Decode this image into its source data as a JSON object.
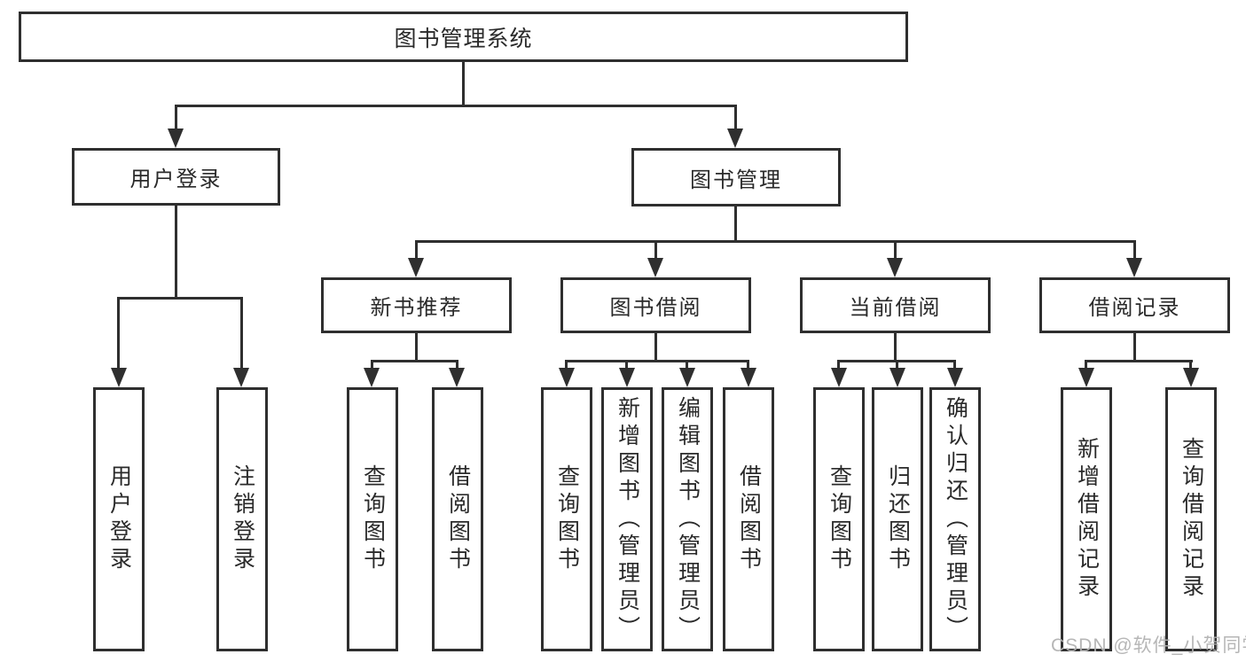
{
  "tree": {
    "root_label": "图书管理系统",
    "branches": [
      {
        "label": "用户登录",
        "children": [
          "用户登录",
          "注销登录"
        ]
      },
      {
        "label": "图书管理",
        "sections": [
          {
            "label": "新书推荐",
            "children": [
              "查询图书",
              "借阅图书"
            ]
          },
          {
            "label": "图书借阅",
            "children": [
              "查询图书",
              "新增图书（管理员）",
              "编辑图书（管理员）",
              "借阅图书"
            ]
          },
          {
            "label": "当前借阅",
            "children": [
              "查询图书",
              "归还图书",
              "确认归还（管理员）"
            ]
          },
          {
            "label": "借阅记录",
            "children": [
              "新增借阅记录",
              "查询借阅记录"
            ]
          }
        ]
      }
    ]
  },
  "watermark": {
    "text": "CSDN @软件_小贺同学"
  },
  "colors": {
    "line": "#2f2f2f",
    "text": "#2a2a2a",
    "watermark": "#b2b2b2",
    "background": "#ffffff"
  }
}
